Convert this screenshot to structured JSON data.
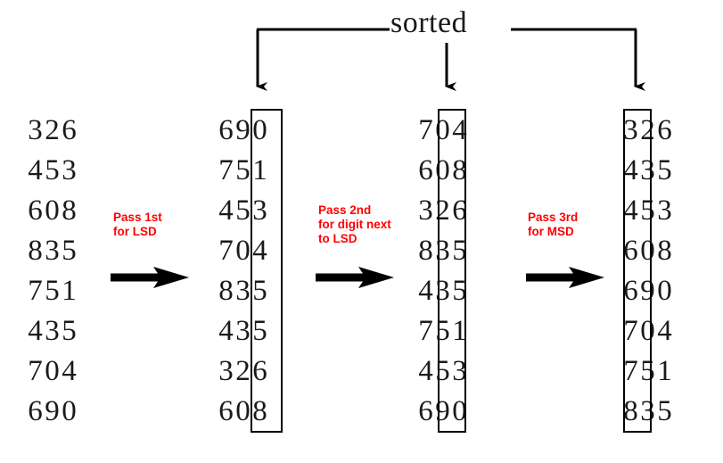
{
  "diagram": {
    "title_label": "sorted",
    "columns": [
      {
        "name": "input-unsorted",
        "boxed_digit_index": -1,
        "values": [
          "326",
          "453",
          "608",
          "835",
          "751",
          "435",
          "704",
          "690"
        ]
      },
      {
        "name": "after-pass-1-lsd",
        "boxed_digit_index": 2,
        "values": [
          "690",
          "751",
          "453",
          "704",
          "835",
          "435",
          "326",
          "608"
        ]
      },
      {
        "name": "after-pass-2-middle-digit",
        "boxed_digit_index": 1,
        "values": [
          "704",
          "608",
          "326",
          "835",
          "435",
          "751",
          "453",
          "690"
        ]
      },
      {
        "name": "after-pass-3-msd",
        "boxed_digit_index": 0,
        "values": [
          "326",
          "435",
          "453",
          "608",
          "690",
          "704",
          "751",
          "835"
        ]
      }
    ],
    "passes": [
      {
        "name": "pass-1",
        "label": "Pass 1st\nfor LSD"
      },
      {
        "name": "pass-2",
        "label": "Pass 2nd\nfor digit next\nto LSD"
      },
      {
        "name": "pass-3",
        "label": "Pass 3rd\nfor MSD"
      }
    ],
    "colors": {
      "pass_label": "#ff0000",
      "digits": "#1a1a1a",
      "lines": "#000000",
      "background": "#ffffff"
    }
  }
}
